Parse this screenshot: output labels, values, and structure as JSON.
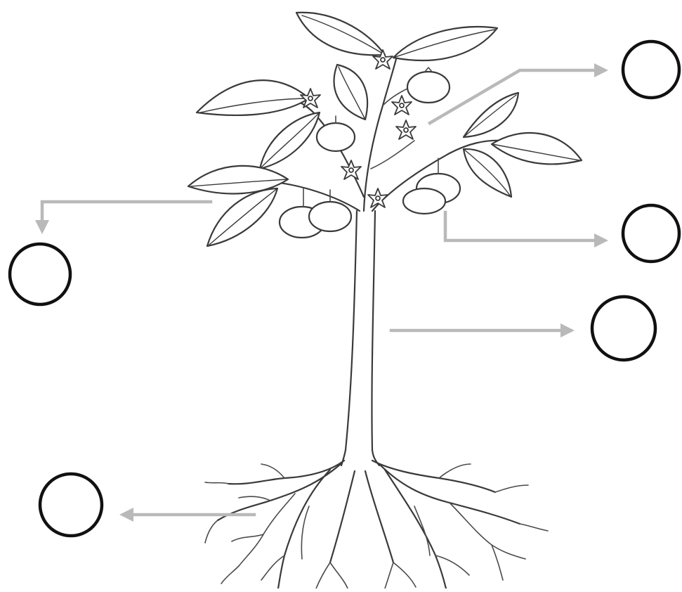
{
  "diagram": {
    "subject": "plant-parts",
    "palette": {
      "outline": "#3a3a3a",
      "arrow": "#b9b9b9",
      "circle": "#111111",
      "background": "#ffffff"
    },
    "answer_circles": [
      {
        "part": "fruit",
        "value": ""
      },
      {
        "part": "leaf",
        "value": ""
      },
      {
        "part": "flower",
        "value": ""
      },
      {
        "part": "stem",
        "value": ""
      },
      {
        "part": "root",
        "value": ""
      }
    ]
  }
}
